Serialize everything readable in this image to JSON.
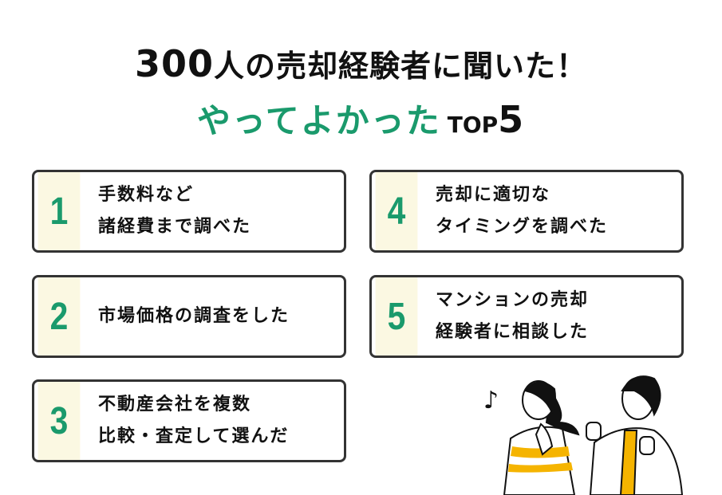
{
  "title": {
    "line1_number": "300",
    "line1_text": "人の売却経験者に聞いた！",
    "line2_text": "やってよかった",
    "line2_top": "TOP",
    "line2_rank": "5"
  },
  "items": [
    {
      "rank": "1",
      "lines": [
        "手数料など",
        "諸経費まで調べた"
      ]
    },
    {
      "rank": "2",
      "lines": [
        "市場価格の調査をした"
      ]
    },
    {
      "rank": "3",
      "lines": [
        "不動産会社を複数",
        "比較・査定して選んだ"
      ]
    },
    {
      "rank": "4",
      "lines": [
        "売却に適切な",
        "タイミングを調べた"
      ]
    },
    {
      "rank": "5",
      "lines": [
        "マンションの売却",
        "経験者に相談した"
      ]
    }
  ],
  "colors": {
    "accent": "#1a9a6c",
    "number_bg": "#fbf8e2",
    "illustration": "#f5b400"
  },
  "illustration": {
    "note": "♪"
  }
}
